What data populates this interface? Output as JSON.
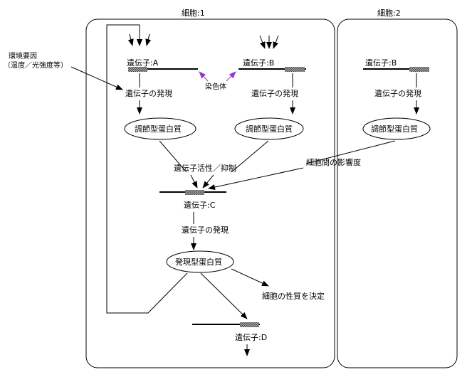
{
  "cells": {
    "cell1_title": "細胞:1",
    "cell2_title": "細胞:2"
  },
  "labels": {
    "env_factor_line1": "環境要因",
    "env_factor_line2": "（温度／光強度等）",
    "gene_a": "遺伝子:A",
    "gene_b": "遺伝子:B",
    "gene_b_cell2": "遺伝子:B",
    "gene_c": "遺伝子:C",
    "gene_d": "遺伝子:D",
    "chromosome": "染色体",
    "expression_a": "遺伝子の発現",
    "expression_b": "遺伝子の発現",
    "expression_b_cell2": "遺伝子の発現",
    "expression_c": "遺伝子の発現",
    "regulatory_protein_a": "調節型蛋白質",
    "regulatory_protein_b": "調節型蛋白質",
    "regulatory_protein_cell2": "調節型蛋白質",
    "activation_repression": "遺伝子活性／抑制",
    "intercellular_influence": "細胞間の影響度",
    "expressed_protein": "発現型蛋白質",
    "determine_character": "細胞の性質を決定"
  },
  "colors": {
    "chromosome_arrow": "#9933cc",
    "gene_marker": "#808080"
  }
}
